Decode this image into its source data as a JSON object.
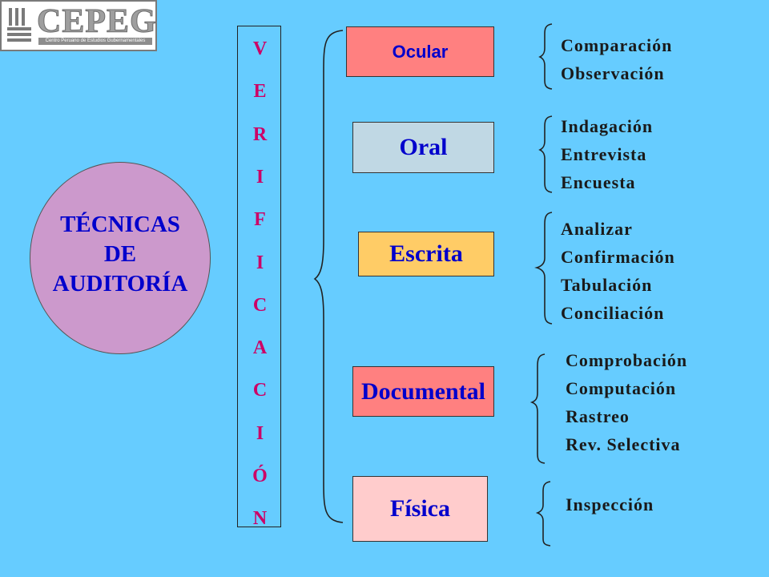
{
  "logo": {
    "brand": "CEPEG",
    "tagline": "Centro Peruano de Estudios Gubernamentales"
  },
  "center": {
    "title": "TÉCNICAS\nDE\nAUDITORÍA"
  },
  "verification_letters": [
    "V",
    "E",
    "R",
    "I",
    "F",
    "I",
    "C",
    "A",
    "C",
    "I",
    "Ó",
    "N"
  ],
  "techniques": [
    {
      "label": "Ocular",
      "items": [
        "Comparación",
        "Observación"
      ]
    },
    {
      "label": "Oral",
      "items": [
        "Indagación",
        "Entrevista",
        "Encuesta"
      ]
    },
    {
      "label": "Escrita",
      "items": [
        "Analizar",
        "Confirmación",
        "Tabulación",
        "Conciliación"
      ]
    },
    {
      "label": "Documental",
      "items": [
        "Comprobación",
        "Computación",
        "Rastreo",
        "Rev. Selectiva"
      ]
    },
    {
      "label": "Física",
      "items": [
        "Inspección"
      ]
    }
  ],
  "colors": {
    "background": "#66ccff",
    "ellipse_fill": "#cc99cc",
    "ellipse_text": "#0000cc",
    "letters": "#cc0066",
    "ocular_fill": "#ff8080",
    "ocular_text": "#0000cc",
    "oral_fill": "#c0d8e4",
    "oral_text": "#0000cc",
    "escrita_fill": "#ffcc66",
    "escrita_text": "#0000cc",
    "documental_fill": "#ff8080",
    "documental_text": "#0000cc",
    "fisica_fill": "#ffcccc",
    "fisica_text": "#0000cc"
  }
}
